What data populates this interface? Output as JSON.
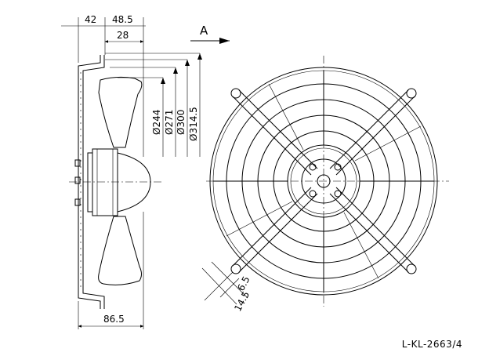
{
  "dimensions": {
    "d42": "42",
    "d48_5": "48.5",
    "d28": "28",
    "d86_5": "86.5",
    "dia244": "Ø244",
    "dia271": "Ø271",
    "dia300": "Ø300",
    "dia314_5": "Ø314.5",
    "d6_5": "6.5",
    "d14_5": "14.5"
  },
  "view_label": "A",
  "drawing_number": "L-KL-2663/4"
}
